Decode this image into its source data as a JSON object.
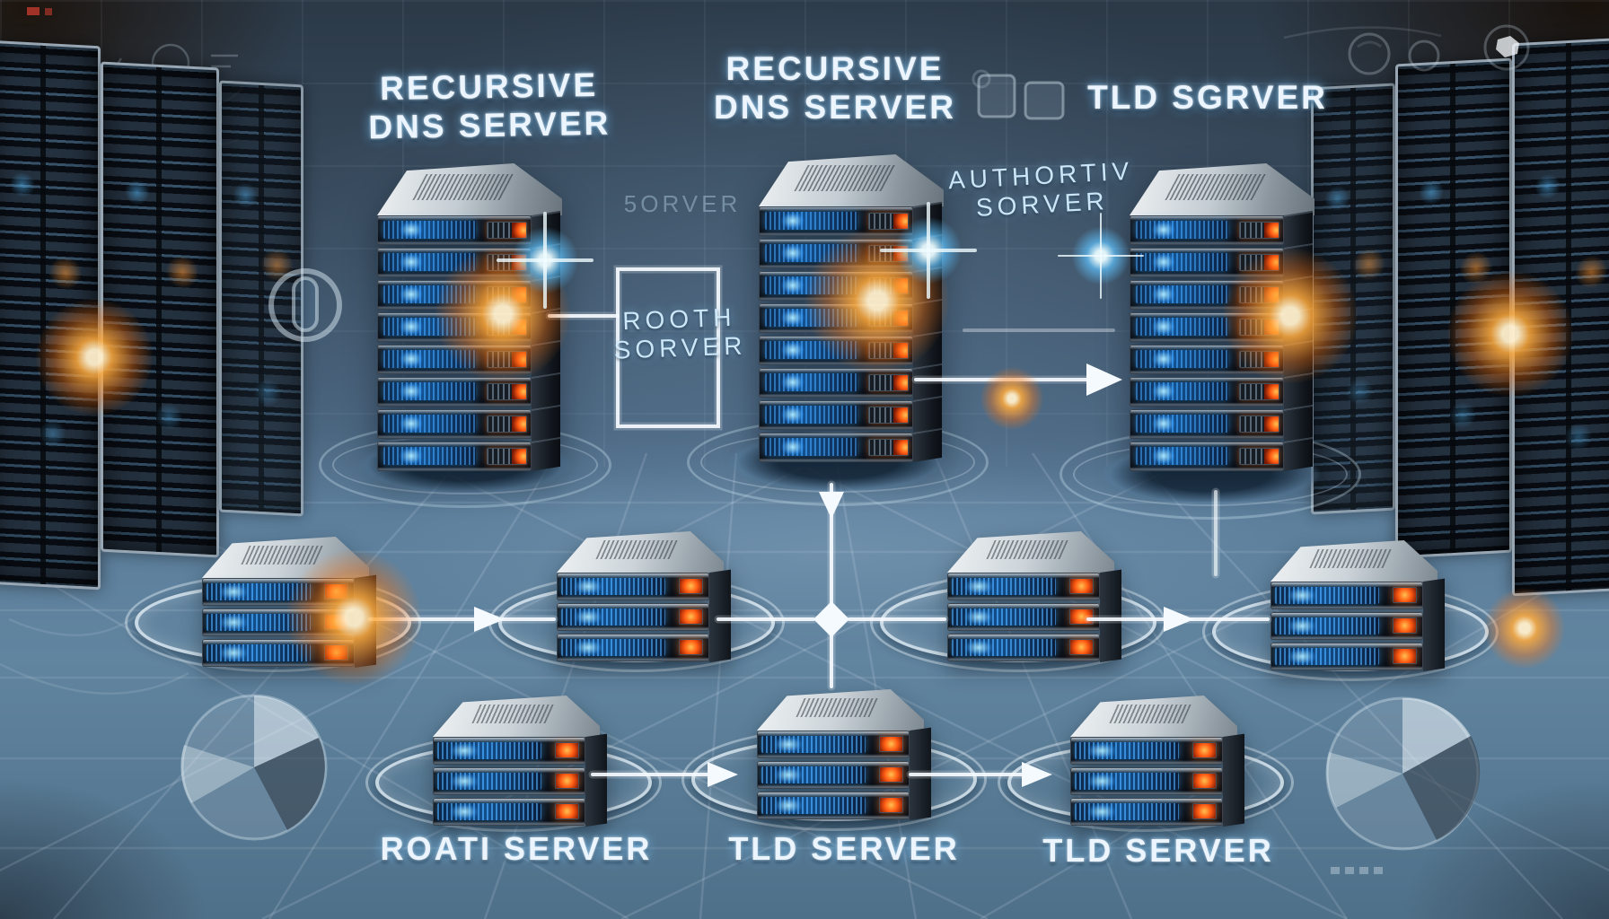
{
  "scene": {
    "description": "3D illustration of a DNS resolution architecture with glowing server towers, disk stacks and connection arrows",
    "colors": {
      "background": "#41586e",
      "accent_blue": "#3aa7ff",
      "accent_orange": "#ff7a1f",
      "connection_line": "#f5fafe",
      "text": "#ecf5fd"
    }
  },
  "labels": {
    "top_left": {
      "line1": "RECURSIVE",
      "line2": "DNS SERVER"
    },
    "top_center": {
      "line1": "RECURSIVE",
      "line2": "DNS SERVER"
    },
    "top_right": {
      "text": "TLD SGRVER"
    },
    "mid_left": {
      "line1": "ROOTH",
      "line2": "SORVER"
    },
    "mid_right": {
      "line1": "AUTHORTIV",
      "line2": "SORVER"
    },
    "ghost_center": {
      "text": "5ORVER"
    },
    "bottom_left": {
      "text": "ROATI SERVER"
    },
    "bottom_center": {
      "text": "TLD SERVER"
    },
    "bottom_right": {
      "text": "TLD SERVER"
    }
  },
  "icons": {
    "left_badge": "globe-icon",
    "bottom_left_badge": "pie-chart-icon",
    "bottom_right_badge": "pie-chart-icon",
    "top_right_badges": "circle-badge-icons",
    "center_ghost": "window-frame-icons"
  }
}
